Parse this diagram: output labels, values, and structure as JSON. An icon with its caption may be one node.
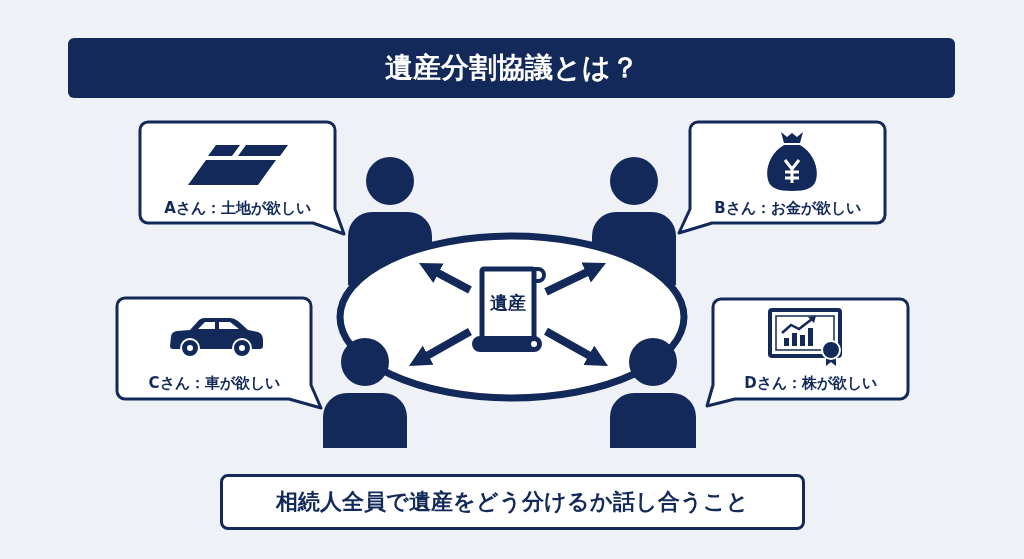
{
  "diagram": {
    "title": "遺産分割協議とは？",
    "caption": "相続人全員で遺産をどう分けるか話し合うこと",
    "nodes": [
      {
        "text": [
          "Aさん：土地が欲しい"
        ]
      },
      {
        "text": [
          "Bさん：お金が欲しい"
        ]
      },
      {
        "text": [],
        "shape": "person"
      },
      {
        "text": [],
        "shape": "person"
      },
      {
        "text": [
          "遺産"
        ]
      },
      {
        "text": [
          "Cさん：車が欲しい"
        ]
      },
      {
        "text": [
          "Dさん：株が欲しい"
        ]
      },
      {
        "text": [],
        "shape": "person"
      },
      {
        "text": [],
        "shape": "person"
      }
    ],
    "edges": [
      {
        "from": 4,
        "to": 2,
        "arrow": "to"
      },
      {
        "from": 4,
        "to": 3,
        "arrow": "to"
      },
      {
        "from": 4,
        "to": 7,
        "arrow": "to"
      },
      {
        "from": 4,
        "to": 8,
        "arrow": "to"
      }
    ]
  }
}
